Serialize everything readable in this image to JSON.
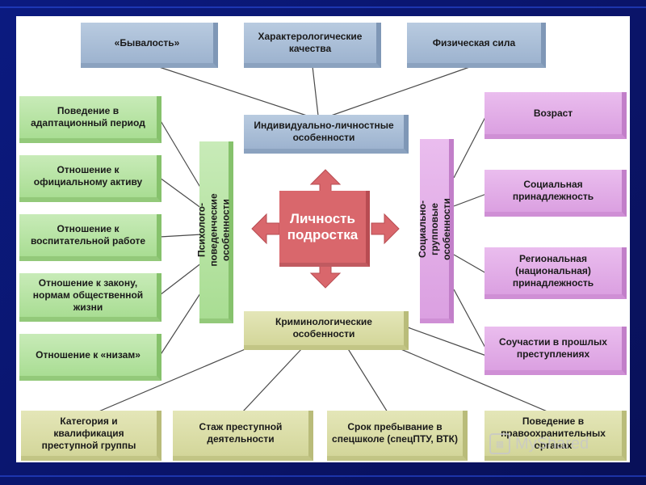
{
  "diagram": {
    "center": "Личность подростка",
    "top_boxes": [
      "«Бывалость»",
      "Характерологические качества",
      "Физическая сила"
    ],
    "individual": "Индивидуально-личностные особенности",
    "psycho": "Психолого-поведенческие особенности",
    "social": "Социально-групповые особенности",
    "crim": "Криминологические особенности",
    "left_boxes": [
      "Поведение в адаптационный период",
      "Отношение к официальному активу",
      "Отношение к воспитательной работе",
      "Отношение к закону, нормам общественной жизни",
      "Отношение к «низам»"
    ],
    "right_boxes": [
      "Возраст",
      "Социальная принадлежность",
      "Региональная (национальная) принадлежность",
      "Соучастии в прошлых преступлениях"
    ],
    "bottom_boxes": [
      "Категория и квалификация преступной группы",
      "Стаж преступной деятельности",
      "Срок пребывание в спецшколе (спецПТУ, ВТК)",
      "Поведение в правоохранительных органах"
    ]
  },
  "watermark": {
    "text": "MyShared",
    "icon": "presentation-icon"
  },
  "colors": {
    "background": "#0a1670",
    "blue_box": "#a9bdd6",
    "green_box": "#b5e3a1",
    "pink_box": "#e2acE7",
    "olive_box": "#dadda6",
    "center_box": "#d9676c"
  }
}
